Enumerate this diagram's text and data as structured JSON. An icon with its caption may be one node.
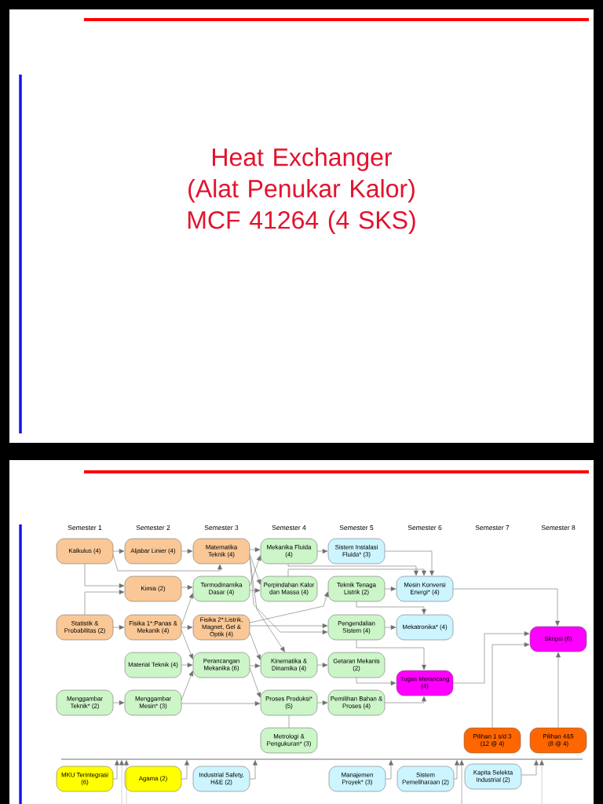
{
  "diagram": {
    "title": "Heat Exchanger (Alat Penukar Kalor) MCF 41264 (4 SKS)",
    "nodes": [
      {
        "text": [
          "Kalkulus (4)"
        ]
      },
      {
        "text": [
          "Aljabar Linier (4)"
        ]
      },
      {
        "text": [
          "Matematika Teknik (4)"
        ]
      },
      {
        "text": [
          "Mekanika Fluida (4)"
        ]
      },
      {
        "text": [
          "Sistem Instalasi Fluida* (3)"
        ]
      },
      {
        "text": [
          "Kimia (2)"
        ]
      },
      {
        "text": [
          "Termodinamika Dasar (4)"
        ]
      },
      {
        "text": [
          "Perpindahan Kalor dan Massa (4)"
        ]
      },
      {
        "text": [
          "Teknik Tenaga Listrik (2)"
        ]
      },
      {
        "text": [
          "Mesin Konversi Energi* (4)"
        ]
      },
      {
        "text": [
          "Statistik & Probabilitas (2)"
        ]
      },
      {
        "text": [
          "Fisika 1*:Panas & Mekanik (4)"
        ]
      },
      {
        "text": [
          "Fisika 2*:Listrik, Magnet, Gel & Optik (4)"
        ]
      },
      {
        "text": [
          "Pengendalian Sistem (4)"
        ]
      },
      {
        "text": [
          "Mekatronika* (4)"
        ]
      },
      {
        "text": [
          "Skripsi (6)"
        ]
      },
      {
        "text": [
          "Material Teknik (4)"
        ]
      },
      {
        "text": [
          "Perancangan Mekanika (6)"
        ]
      },
      {
        "text": [
          "Kinematika & Dinamika (4)"
        ]
      },
      {
        "text": [
          "Getaran Mekanis (2)"
        ]
      },
      {
        "text": [
          "Tugas Merancang (4)"
        ]
      },
      {
        "text": [
          "Menggambar Teknik* (2)"
        ]
      },
      {
        "text": [
          "Menggambar Mesin* (3)"
        ]
      },
      {
        "text": [
          "Proses Produksi* (5)"
        ]
      },
      {
        "text": [
          "Pemilihan Bahan & Proses (4)"
        ]
      },
      {
        "text": [
          "Metrologi & Pengukuran* (3)"
        ]
      },
      {
        "text": [
          "Pilihan 1 s/d 3 (12 @ 4)"
        ]
      },
      {
        "text": [
          "Pilihan 4&5 (8 @ 4)"
        ]
      },
      {
        "text": [],
        "shape": "bar"
      },
      {
        "text": [
          "MKU Terintegrasi (6)"
        ]
      },
      {
        "text": [
          "Agama (2)"
        ]
      },
      {
        "text": [
          "Industrial Safety, H&E (2)"
        ]
      },
      {
        "text": [
          "Manajemen Proyek* (3)"
        ]
      },
      {
        "text": [
          "Sistem Pemeliharaan (2)"
        ]
      },
      {
        "text": [
          "Kapita Selekta Industrial (2)"
        ]
      }
    ],
    "edges": [
      {
        "from": 0,
        "to": 1,
        "arrow": "to"
      },
      {
        "from": 1,
        "to": 2,
        "arrow": "to"
      },
      {
        "from": 0,
        "to": 2,
        "arrow": "to"
      },
      {
        "from": 0,
        "to": 5,
        "arrow": "to"
      },
      {
        "from": 10,
        "to": 5,
        "arrow": "to"
      },
      {
        "from": 2,
        "to": 3,
        "arrow": "to"
      },
      {
        "from": 6,
        "to": 3,
        "arrow": "to"
      },
      {
        "from": 2,
        "to": 7,
        "arrow": "to"
      },
      {
        "from": 6,
        "to": 7,
        "arrow": "to"
      },
      {
        "from": 5,
        "to": 6,
        "arrow": "to"
      },
      {
        "from": 11,
        "to": 6,
        "arrow": "to"
      },
      {
        "from": 10,
        "to": 11,
        "arrow": "to"
      },
      {
        "from": 11,
        "to": 12,
        "arrow": "to"
      },
      {
        "from": 3,
        "to": 4,
        "arrow": "to"
      },
      {
        "from": 3,
        "to": 9,
        "arrow": "to"
      },
      {
        "from": 7,
        "to": 9,
        "arrow": "to"
      },
      {
        "from": 4,
        "to": 9,
        "arrow": "to"
      },
      {
        "from": 8,
        "to": 9,
        "arrow": "to"
      },
      {
        "from": 12,
        "to": 8,
        "arrow": "to"
      },
      {
        "from": 12,
        "to": 13,
        "arrow": "to"
      },
      {
        "from": 2,
        "to": 13,
        "arrow": "to"
      },
      {
        "from": 2,
        "to": 18,
        "arrow": "to"
      },
      {
        "from": 13,
        "to": 14,
        "arrow": "to"
      },
      {
        "from": 8,
        "to": 14,
        "arrow": "to"
      },
      {
        "from": 9,
        "to": 15,
        "arrow": "to"
      },
      {
        "from": 13,
        "to": 20,
        "arrow": "to"
      },
      {
        "from": 11,
        "to": 17,
        "arrow": "to"
      },
      {
        "from": 16,
        "to": 17,
        "arrow": "to"
      },
      {
        "from": 22,
        "to": 17,
        "arrow": "to"
      },
      {
        "from": 21,
        "to": 22,
        "arrow": "to"
      },
      {
        "from": 17,
        "to": 18,
        "arrow": "to"
      },
      {
        "from": 12,
        "to": 18,
        "arrow": "to"
      },
      {
        "from": 22,
        "to": 23,
        "arrow": "to"
      },
      {
        "from": 17,
        "to": 23,
        "arrow": "to"
      },
      {
        "from": 23,
        "to": 25,
        "arrow": "none"
      },
      {
        "from": 18,
        "to": 19,
        "arrow": "to"
      },
      {
        "from": 23,
        "to": 24,
        "arrow": "to"
      },
      {
        "from": 19,
        "to": 20,
        "arrow": "to"
      },
      {
        "from": 24,
        "to": 20,
        "arrow": "to"
      },
      {
        "from": 20,
        "to": 15,
        "arrow": "to"
      },
      {
        "from": 26,
        "to": 15,
        "arrow": "to"
      },
      {
        "from": 27,
        "to": 15,
        "arrow": "to"
      },
      {
        "from": 29,
        "to": 28,
        "arrow": "to"
      },
      {
        "from": 30,
        "to": 28,
        "arrow": "to"
      },
      {
        "from": 31,
        "to": 28,
        "arrow": "to"
      },
      {
        "from": 32,
        "to": 28,
        "arrow": "to"
      },
      {
        "from": 33,
        "to": 28,
        "arrow": "to"
      },
      {
        "from": 34,
        "to": 28,
        "arrow": "to"
      },
      {
        "from": null,
        "to": 28,
        "arrow": "to"
      },
      {
        "from": null,
        "to": 28,
        "arrow": "to"
      },
      {
        "from": null,
        "to": 28,
        "arrow": "to"
      },
      {
        "from": null,
        "to": 28,
        "arrow": "to"
      }
    ],
    "labels": [
      "Semester 1",
      "Semester 2",
      "Semester 3",
      "Semester 4",
      "Semester 5",
      "Semester 6",
      "Semester 7",
      "Semester 8"
    ]
  }
}
